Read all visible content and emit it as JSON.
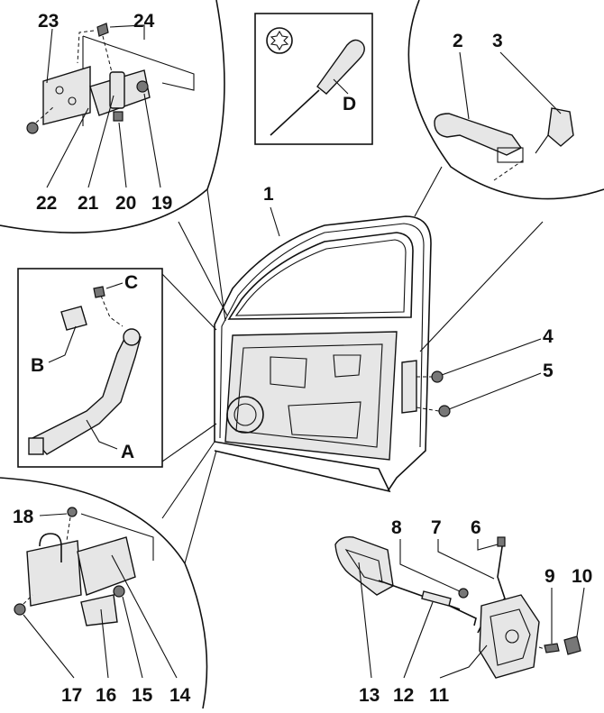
{
  "diagram": {
    "callouts": [
      {
        "id": "23",
        "text": "23"
      },
      {
        "id": "24",
        "text": "24"
      },
      {
        "id": "22",
        "text": "22"
      },
      {
        "id": "21",
        "text": "21"
      },
      {
        "id": "20",
        "text": "20"
      },
      {
        "id": "19",
        "text": "19"
      },
      {
        "id": "D",
        "text": "D"
      },
      {
        "id": "2",
        "text": "2"
      },
      {
        "id": "3",
        "text": "3"
      },
      {
        "id": "1",
        "text": "1"
      },
      {
        "id": "C",
        "text": "C"
      },
      {
        "id": "B",
        "text": "B"
      },
      {
        "id": "A",
        "text": "A"
      },
      {
        "id": "4",
        "text": "4"
      },
      {
        "id": "5",
        "text": "5"
      },
      {
        "id": "18",
        "text": "18"
      },
      {
        "id": "8",
        "text": "8"
      },
      {
        "id": "7",
        "text": "7"
      },
      {
        "id": "6",
        "text": "6"
      },
      {
        "id": "9",
        "text": "9"
      },
      {
        "id": "10",
        "text": "10"
      },
      {
        "id": "17",
        "text": "17"
      },
      {
        "id": "16",
        "text": "16"
      },
      {
        "id": "15",
        "text": "15"
      },
      {
        "id": "14",
        "text": "14"
      },
      {
        "id": "13",
        "text": "13"
      },
      {
        "id": "12",
        "text": "12"
      },
      {
        "id": "11",
        "text": "11"
      }
    ]
  }
}
